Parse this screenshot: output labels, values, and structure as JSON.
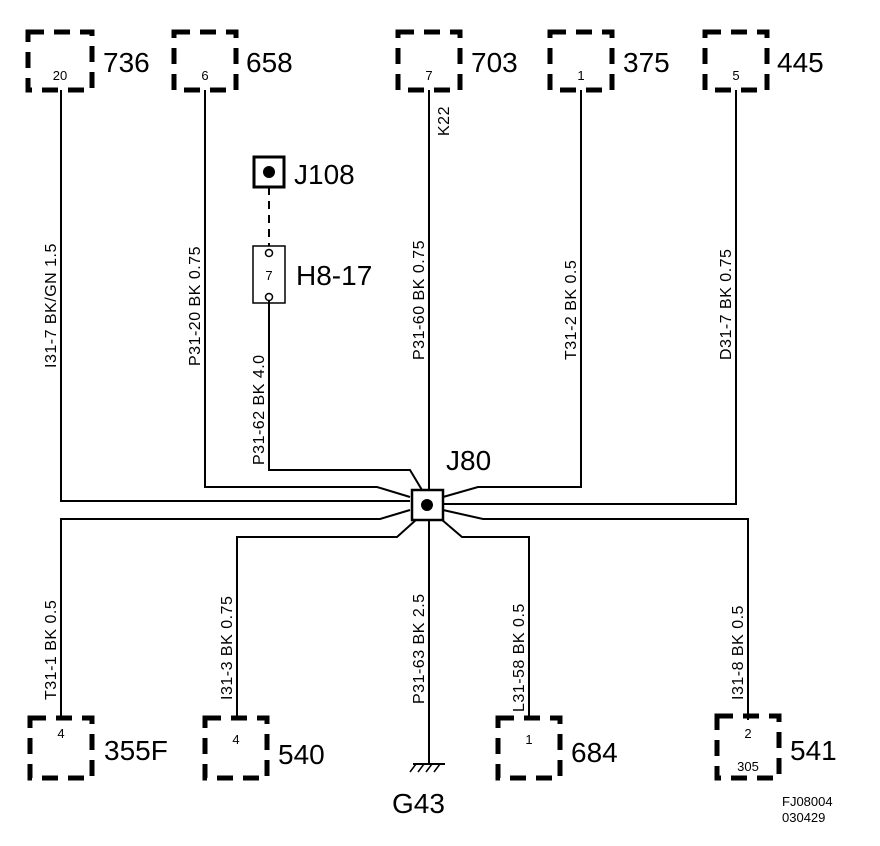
{
  "connectors": {
    "c736": {
      "pin": "20",
      "label": "736"
    },
    "c658": {
      "pin": "6",
      "label": "658"
    },
    "c703": {
      "pin": "7",
      "label": "703"
    },
    "c375": {
      "pin": "1",
      "label": "375"
    },
    "c445": {
      "pin": "5",
      "label": "445"
    },
    "c355f": {
      "pin": "4",
      "label": "355F"
    },
    "c540": {
      "pin": "4",
      "label": "540"
    },
    "c684": {
      "pin": "1",
      "label": "684"
    },
    "c541": {
      "pin": "2",
      "pin2": "305",
      "label": "541"
    }
  },
  "j108": {
    "label": "J108"
  },
  "h817": {
    "pin": "7",
    "label": "H8-17"
  },
  "j80": {
    "label": "J80"
  },
  "ground": {
    "label": "G43"
  },
  "wires": {
    "w736": "I31-7   BK/GN  1.5",
    "w658": "P31-20  BK  0.75",
    "w703_top": "K22",
    "w703": "P31-60  BK  0.75",
    "w375": "T31-2  BK  0.5",
    "w445": "D31-7  BK  0.75",
    "wh817": "P31-62  BK  4.0",
    "w355f": "T31-1  BK  0.5",
    "w540": "I31-3  BK  0.75",
    "wg43": "P31-63  BK  2.5",
    "w684": "L31-58  BK  0.5",
    "w541": "I31-8  BK  0.5"
  },
  "footer": {
    "code1": "FJ08004",
    "code2": "030429"
  }
}
